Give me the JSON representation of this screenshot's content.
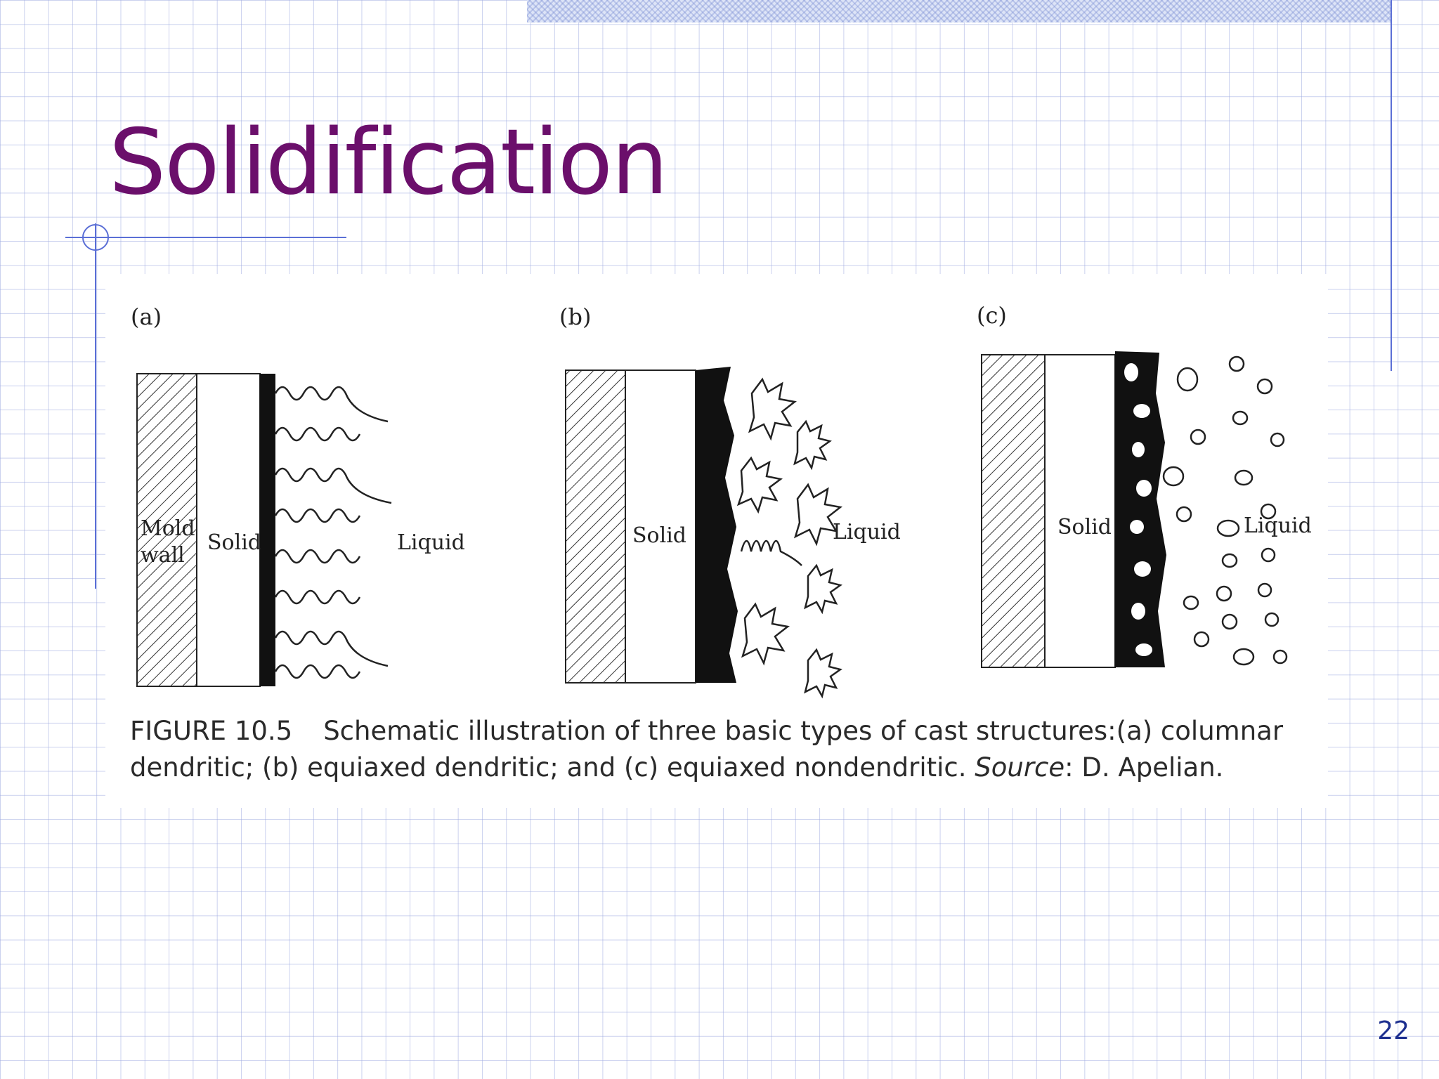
{
  "slide": {
    "title": "Solidification",
    "slide_number": "22"
  },
  "figure": {
    "panels": [
      {
        "tag": "(a)",
        "labels": {
          "wall_line1": "Mold",
          "wall_line2": "wall",
          "solid": "Solid",
          "liquid": "Liquid"
        }
      },
      {
        "tag": "(b)",
        "labels": {
          "solid": "Solid",
          "liquid": "Liquid"
        }
      },
      {
        "tag": "(c)",
        "labels": {
          "solid": "Solid",
          "liquid": "Liquid"
        }
      }
    ],
    "caption": {
      "number": "FIGURE 10.5",
      "text_1": "Schematic illustration of three basic types of cast structures:(a) columnar dendritic; (b) equiaxed dendritic; and (c) equiaxed nondendritic.",
      "source_label": "Source",
      "source_text": ": D. Apelian."
    }
  },
  "colors": {
    "title": "#6b0f6b",
    "grid_line": "#a0ace1",
    "accent_line": "#5b6fd6",
    "slide_number": "#1d2f8f"
  }
}
